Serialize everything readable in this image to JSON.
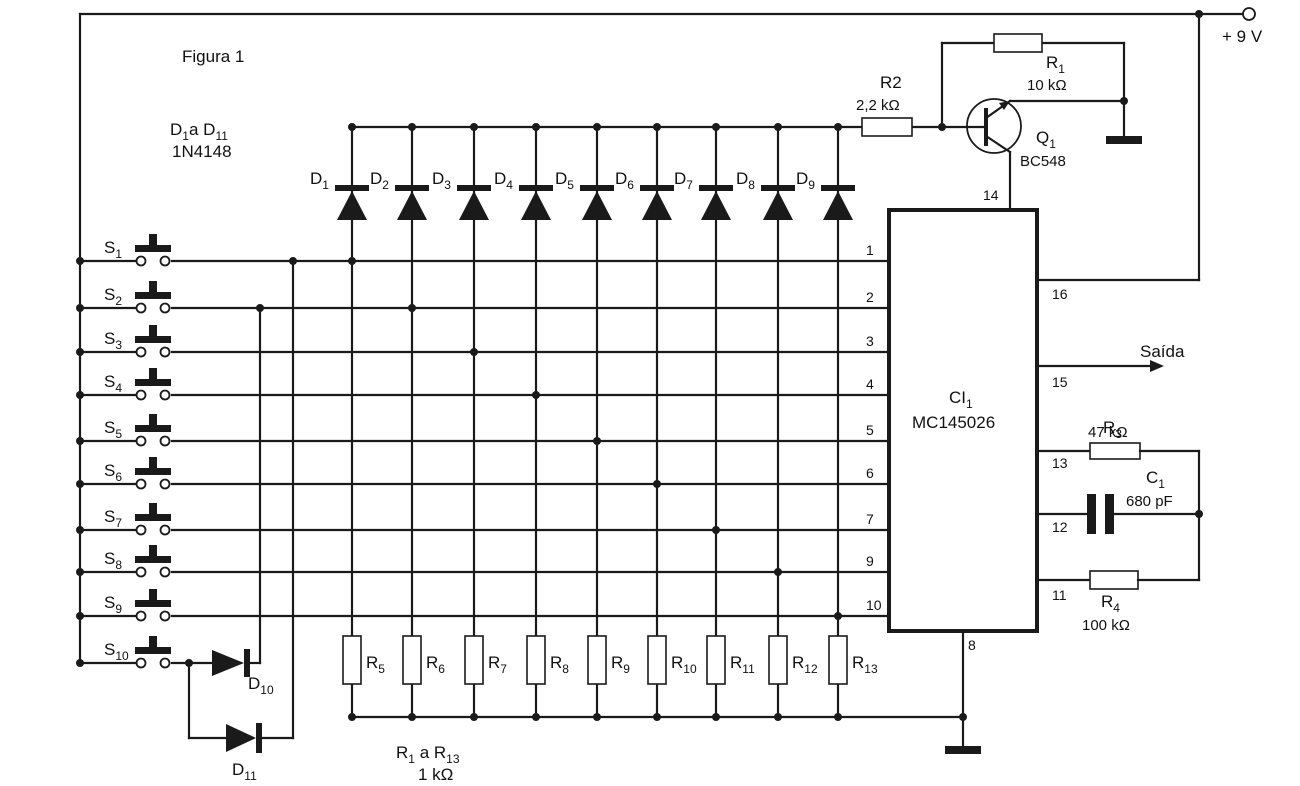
{
  "figure_label": "Figura 1",
  "supply": "+ 9 V",
  "output": "Saída",
  "diode_note": {
    "line1": "D",
    "sub1": "1",
    "mid": "a D",
    "sub2": "11",
    "line2": "1N4148"
  },
  "resistor_note": {
    "line1": "R",
    "sub1": "1",
    "mid": " a R",
    "sub2": "13",
    "line2": "1 kΩ"
  },
  "ic": {
    "ref": "CI",
    "ref_sub": "1",
    "part": "MC145026"
  },
  "r1": {
    "ref": "R",
    "sub": "1",
    "value": "10 kΩ"
  },
  "r2": {
    "ref": "R2",
    "value": "2,2 kΩ"
  },
  "r3": {
    "ref": "R",
    "sub": "3",
    "value": "47 kΩ"
  },
  "r4": {
    "ref": "R",
    "sub": "4",
    "value": "100 kΩ"
  },
  "c1": {
    "ref": "C",
    "sub": "1",
    "value": "680 pF"
  },
  "q1": {
    "ref": "Q",
    "sub": "1",
    "part": "BC548"
  },
  "d10": {
    "ref": "D",
    "sub": "10"
  },
  "d11": {
    "ref": "D",
    "sub": "11"
  },
  "switches": [
    {
      "ref": "S",
      "sub": "1"
    },
    {
      "ref": "S",
      "sub": "2"
    },
    {
      "ref": "S",
      "sub": "3"
    },
    {
      "ref": "S",
      "sub": "4"
    },
    {
      "ref": "S",
      "sub": "5"
    },
    {
      "ref": "S",
      "sub": "6"
    },
    {
      "ref": "S",
      "sub": "7"
    },
    {
      "ref": "S",
      "sub": "8"
    },
    {
      "ref": "S",
      "sub": "9"
    },
    {
      "ref": "S",
      "sub": "10"
    }
  ],
  "diodes": [
    {
      "ref": "D",
      "sub": "1"
    },
    {
      "ref": "D",
      "sub": "2"
    },
    {
      "ref": "D",
      "sub": "3"
    },
    {
      "ref": "D",
      "sub": "4"
    },
    {
      "ref": "D",
      "sub": "5"
    },
    {
      "ref": "D",
      "sub": "6"
    },
    {
      "ref": "D",
      "sub": "7"
    },
    {
      "ref": "D",
      "sub": "8"
    },
    {
      "ref": "D",
      "sub": "9"
    }
  ],
  "bottom_resistors": [
    {
      "ref": "R",
      "sub": "5"
    },
    {
      "ref": "R",
      "sub": "6"
    },
    {
      "ref": "R",
      "sub": "7"
    },
    {
      "ref": "R",
      "sub": "8"
    },
    {
      "ref": "R",
      "sub": "9"
    },
    {
      "ref": "R",
      "sub": "10"
    },
    {
      "ref": "R",
      "sub": "11"
    },
    {
      "ref": "R",
      "sub": "12"
    },
    {
      "ref": "R",
      "sub": "13"
    }
  ],
  "ic_left_pins": [
    "1",
    "2",
    "3",
    "4",
    "5",
    "6",
    "7",
    "9",
    "10"
  ],
  "ic_right_pins": {
    "p16": "16",
    "p15": "15",
    "p13": "13",
    "p12": "12",
    "p11": "11"
  },
  "ic_top_pin": "14",
  "ic_bottom_pin": "8"
}
